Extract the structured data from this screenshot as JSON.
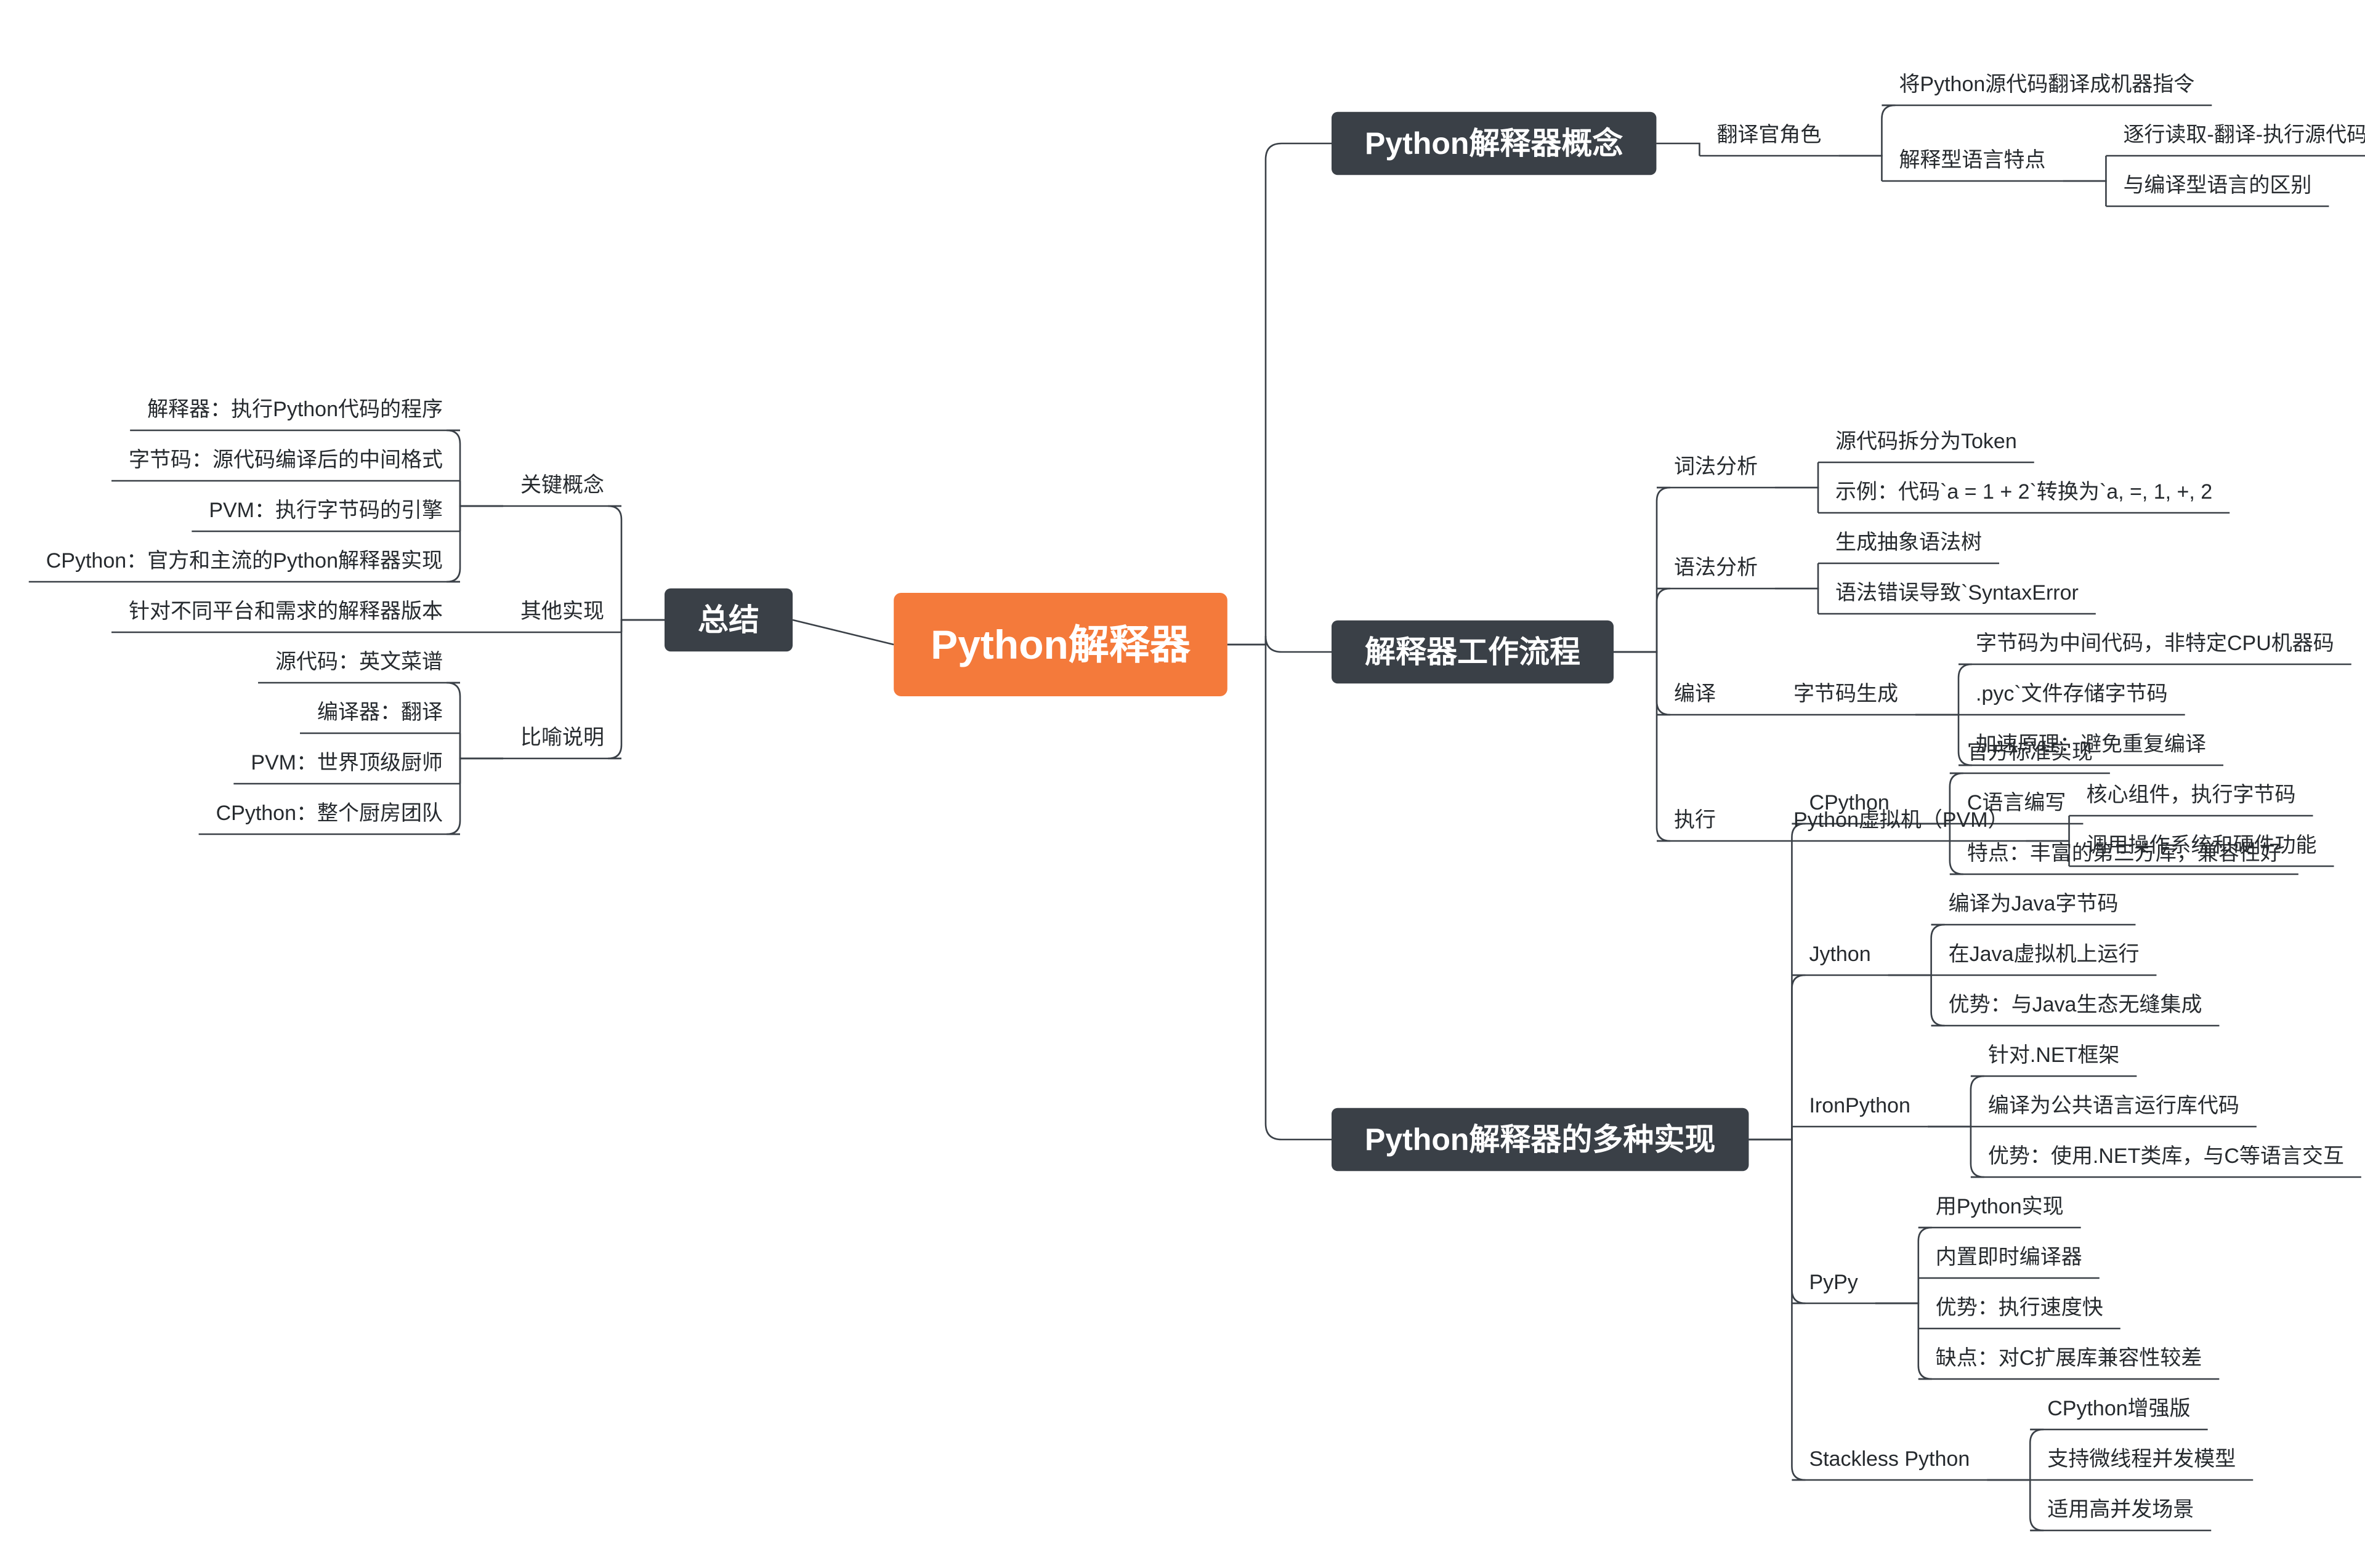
{
  "colors": {
    "root_fill": "#f47a3b",
    "branch_fill": "#3a4047",
    "line": "#3a4047",
    "text": "#262a2e",
    "on_dark": "#ffffff"
  },
  "root": {
    "label": "Python解释器"
  },
  "right": [
    {
      "label": "Python解释器概念",
      "children": [
        {
          "label": "翻译官角色",
          "children": [
            {
              "label": "将Python源代码翻译成机器指令"
            },
            {
              "label": "解释型语言特点",
              "children": [
                {
                  "label": "逐行读取-翻译-执行源代码"
                },
                {
                  "label": "与编译型语言的区别"
                }
              ]
            }
          ]
        }
      ]
    },
    {
      "label": "解释器工作流程",
      "children": [
        {
          "label": "词法分析",
          "children": [
            {
              "label": "源代码拆分为Token"
            },
            {
              "label": "示例：代码`a = 1 + 2`转换为`a, =, 1, +, 2"
            }
          ]
        },
        {
          "label": "语法分析",
          "children": [
            {
              "label": "生成抽象语法树"
            },
            {
              "label": "语法错误导致`SyntaxError"
            }
          ]
        },
        {
          "label": "编译",
          "children": [
            {
              "label": "字节码生成",
              "children": [
                {
                  "label": "字节码为中间代码，非特定CPU机器码"
                },
                {
                  "label": ".pyc`文件存储字节码"
                },
                {
                  "label": "加速原理：避免重复编译"
                }
              ]
            }
          ]
        },
        {
          "label": "执行",
          "children": [
            {
              "label": "Python虚拟机（PVM）",
              "children": [
                {
                  "label": "核心组件，执行字节码"
                },
                {
                  "label": "调用操作系统和硬件功能"
                }
              ]
            }
          ]
        }
      ]
    },
    {
      "label": "Python解释器的多种实现",
      "children": [
        {
          "label": "CPython",
          "children": [
            {
              "label": "官方标准实现"
            },
            {
              "label": "C语言编写"
            },
            {
              "label": "特点：丰富的第三方库，兼容性好"
            }
          ]
        },
        {
          "label": "Jython",
          "children": [
            {
              "label": "编译为Java字节码"
            },
            {
              "label": "在Java虚拟机上运行"
            },
            {
              "label": "优势：与Java生态无缝集成"
            }
          ]
        },
        {
          "label": "IronPython",
          "children": [
            {
              "label": "针对.NET框架"
            },
            {
              "label": "编译为公共语言运行库代码"
            },
            {
              "label": "优势：使用.NET类库，与C等语言交互"
            }
          ]
        },
        {
          "label": "PyPy",
          "children": [
            {
              "label": "用Python实现"
            },
            {
              "label": "内置即时编译器"
            },
            {
              "label": "优势：执行速度快"
            },
            {
              "label": "缺点：对C扩展库兼容性较差"
            }
          ]
        },
        {
          "label": "Stackless Python",
          "children": [
            {
              "label": "CPython增强版"
            },
            {
              "label": "支持微线程并发模型"
            },
            {
              "label": "适用高并发场景"
            }
          ]
        }
      ]
    }
  ],
  "left": [
    {
      "label": "总结",
      "children": [
        {
          "label": "关键概念",
          "children": [
            {
              "label": "解释器：执行Python代码的程序"
            },
            {
              "label": "字节码：源代码编译后的中间格式"
            },
            {
              "label": "PVM：执行字节码的引擎"
            },
            {
              "label": "CPython：官方和主流的Python解释器实现"
            }
          ]
        },
        {
          "label": "其他实现",
          "children": [
            {
              "label": "针对不同平台和需求的解释器版本"
            }
          ]
        },
        {
          "label": "比喻说明",
          "children": [
            {
              "label": "源代码：英文菜谱"
            },
            {
              "label": "编译器：翻译"
            },
            {
              "label": "PVM：世界顶级厨师"
            },
            {
              "label": "CPython：整个厨房团队"
            }
          ]
        }
      ]
    }
  ]
}
